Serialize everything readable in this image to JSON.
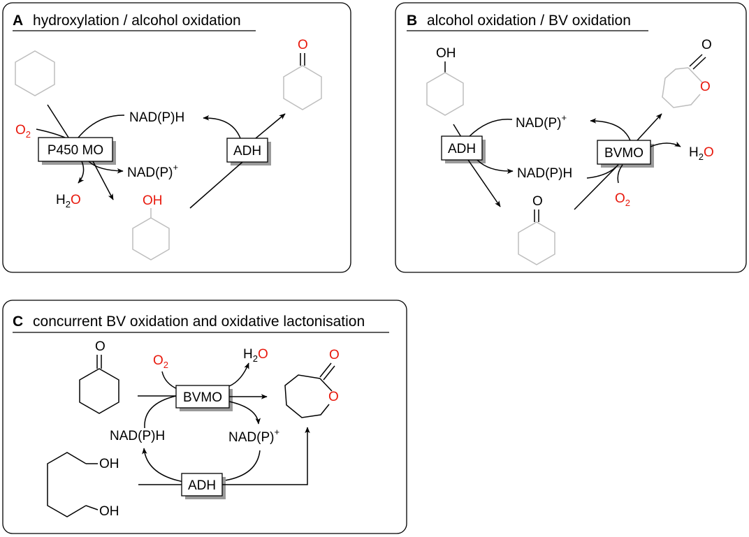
{
  "panels": {
    "A": {
      "letter": "A",
      "title": "hydroxylation / alcohol oxidation",
      "enzyme1": "P450 MO",
      "enzyme2": "ADH",
      "o2": "O",
      "o2_sub": "2",
      "nadph": "NAD(P)H",
      "nadp": "NAD(P)",
      "nadp_sup": "+",
      "h2o_h": "H",
      "h2o_sub": "2",
      "h2o_o": "O",
      "oh": "OH",
      "ketone_o": "O"
    },
    "B": {
      "letter": "B",
      "title": "alcohol oxidation / BV oxidation",
      "enzyme1": "ADH",
      "enzyme2": "BVMO",
      "oh": "OH",
      "nadp": "NAD(P)",
      "nadp_sup": "+",
      "nadph": "NAD(P)H",
      "h2o_h": "H",
      "h2o_sub": "2",
      "h2o_o": "O",
      "o2": "O",
      "o2_sub": "2",
      "ketone_o": "O",
      "lactone_o_carbonyl": "O",
      "lactone_o_ring": "O"
    },
    "C": {
      "letter": "C",
      "title": "concurrent BV oxidation and oxidative lactonisation",
      "enzyme1": "BVMO",
      "enzyme2": "ADH",
      "o2": "O",
      "o2_sub": "2",
      "h2o_h": "H",
      "h2o_sub": "2",
      "h2o_o": "O",
      "nadph": "NAD(P)H",
      "nadp": "NAD(P)",
      "nadp_sup": "+",
      "oh_top": "OH",
      "oh_bottom": "OH",
      "ketone_o": "O",
      "lactone_o_carbonyl": "O",
      "lactone_o_ring": "O"
    }
  },
  "colors": {
    "oxygen_red": "#e8180c",
    "substrate_grey": "#bdbdbd",
    "box_shadow": "#9a9a9a"
  }
}
